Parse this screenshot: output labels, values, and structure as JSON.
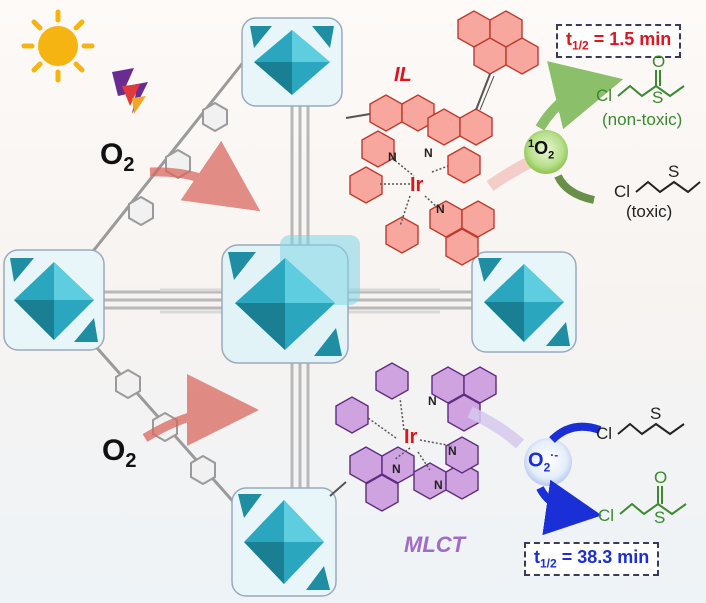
{
  "reactant_o2_top": {
    "main": "O",
    "sub": "2"
  },
  "reactant_o2_bottom": {
    "main": "O",
    "sub": "2"
  },
  "il": {
    "title": "IL",
    "metal": "Ir",
    "n_atoms": [
      "N",
      "N",
      "N"
    ],
    "half_life_prefix": "t",
    "half_life_sub": "1/2",
    "half_life_value": " = 1.5 min",
    "ros_sup": "1",
    "ros_main": "O",
    "ros_sub": "2",
    "product_atoms": {
      "cl": "Cl",
      "s": "S",
      "o": "O"
    },
    "product_note": "(non-toxic)",
    "reactant_atoms": {
      "cl": "Cl",
      "s": "S"
    },
    "reactant_note": "(toxic)"
  },
  "mlct": {
    "title": "MLCT",
    "metal": "Ir",
    "n_atoms": [
      "N",
      "N",
      "N",
      "N"
    ],
    "half_life_prefix": "t",
    "half_life_sub": "1/2",
    "half_life_value": " = 38.3 min",
    "ros_main": "O",
    "ros_sub": "2",
    "ros_sup": "·-",
    "reactant_atoms": {
      "cl": "Cl",
      "s": "S"
    },
    "product_atoms": {
      "cl": "Cl",
      "s": "S",
      "o": "O"
    }
  },
  "colors": {
    "il_accent": "#e0141a",
    "il_complex": "#f08a80",
    "mlct_accent": "#9f6cc9",
    "mlct_complex": "#a06ab4",
    "cluster": "#2aa6bf",
    "linker": "#bdbdbd",
    "sun": "#f6b413",
    "singlet_oxygen_bubble": "#8bc34a",
    "superoxide_arrow": "#1a2fd6",
    "half_life_il": "#e0141a",
    "half_life_mlct": "#1a2fd6"
  },
  "icons": [
    "sun-icon",
    "lightning-icon"
  ]
}
